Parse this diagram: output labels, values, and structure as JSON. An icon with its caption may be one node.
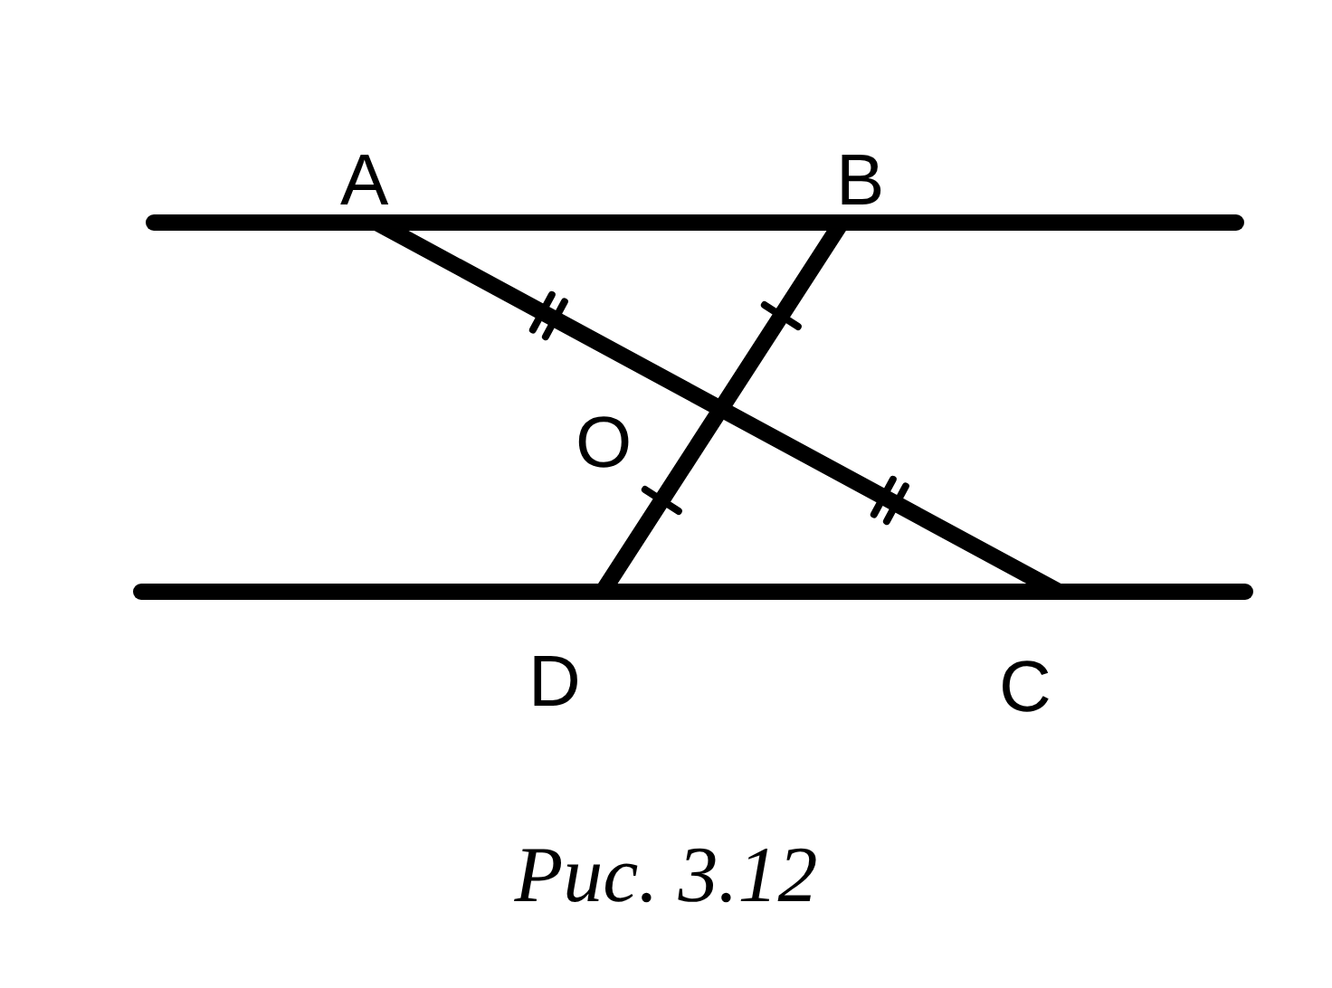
{
  "diagram": {
    "caption": "Рис. 3.12",
    "labels": [
      "A",
      "B",
      "O",
      "D",
      "C"
    ]
  }
}
